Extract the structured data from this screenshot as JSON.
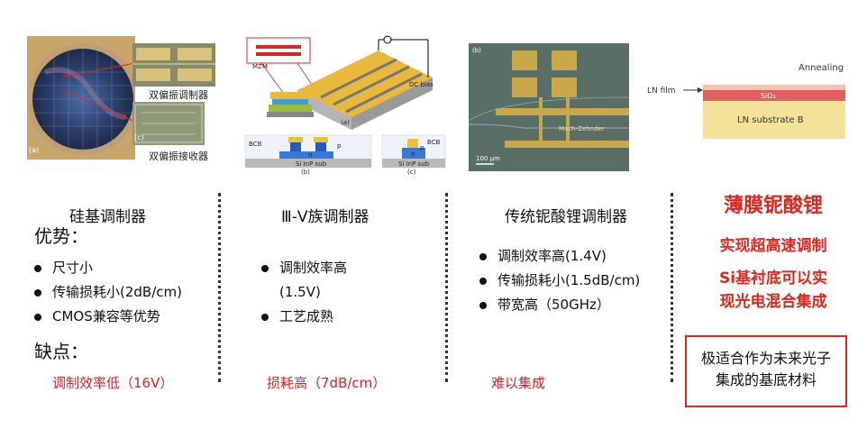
{
  "images": {
    "silicon": {
      "caption_dual_pol_modulator": "双偏振调制器",
      "caption_dual_pol_receiver": "双偏振接收器",
      "panel_a": "(a)",
      "panel_c": "(c)"
    },
    "iii_v": {
      "mzm_label": "MZM",
      "dc_bias": "DC bias",
      "panel_a": "(a)",
      "panel_b": "(b)",
      "panel_c": "(c)",
      "bcb": "BCB",
      "bcb2": "BCB",
      "p_label": "p",
      "n_label": "n",
      "n_label2": "n",
      "p_label2": "p",
      "sub_label": "Si InP sub",
      "sub_label2": "Si InP sub"
    },
    "linbo3": {
      "panel_b": "(b)",
      "mz_label": "Mach-Zehnder",
      "scale": "100 μm"
    },
    "thin_film": {
      "annealing": "Annealing",
      "ln_film": "LN film",
      "sio2": "SiO₂",
      "substrate": "LN substrate B"
    }
  },
  "columns": [
    {
      "title": "硅基调制器",
      "pros_heading": "优势：",
      "pros": [
        "尺寸小",
        "传输损耗小(2dB/cm)",
        "CMOS兼容等优势"
      ],
      "cons_heading": "缺点：",
      "con": "调制效率低（16V）"
    },
    {
      "title": "Ⅲ-Ⅴ族调制器",
      "pros": [
        "调制效率高",
        "工艺成熟"
      ],
      "pro_continuation": "(1.5V)",
      "con": "损耗高（7dB/cm）"
    },
    {
      "title": "传统铌酸锂调制器",
      "pros": [
        "调制效率高(1.4V)",
        "传输损耗小(1.5dB/cm)",
        "带宽高（50GHz）"
      ],
      "con": "难以集成"
    }
  ],
  "highlight": {
    "title": "薄膜铌酸锂",
    "line1": "实现超高速调制",
    "line2a": "Si基衬底可以实",
    "line2b": "现光电混合集成",
    "note_line1": "极适合作为未来光子",
    "note_line2": "集成的基底材料"
  },
  "colors": {
    "accent_red": "#e0261f",
    "text": "#111111"
  }
}
